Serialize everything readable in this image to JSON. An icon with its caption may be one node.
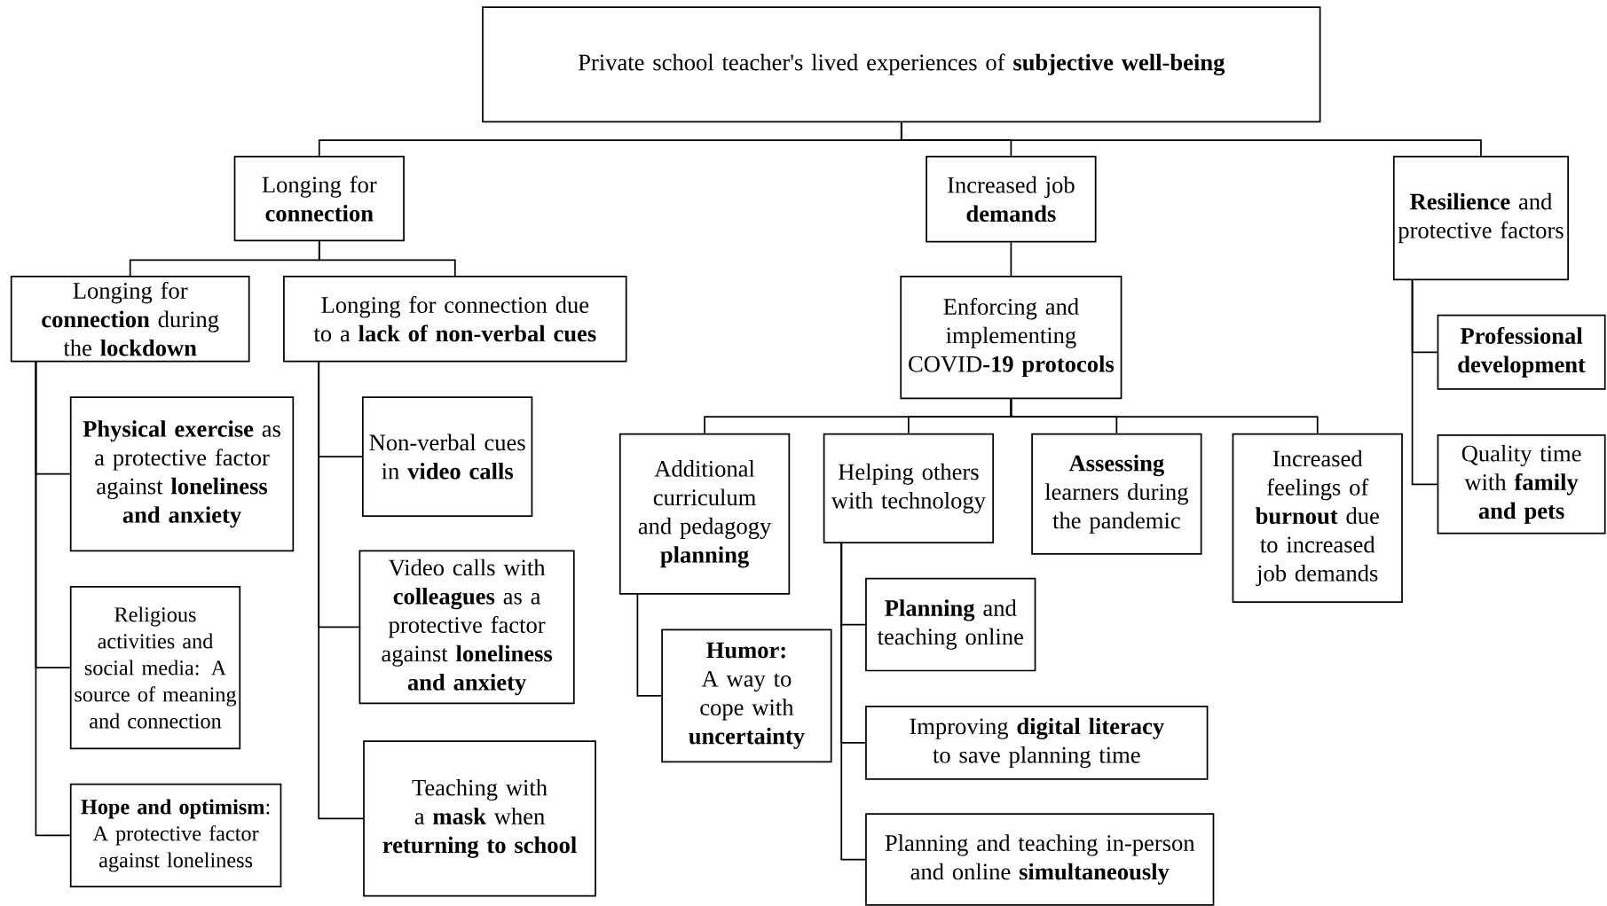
{
  "diagram": {
    "nodes": [
      {
        "text": [
          "Private school teacher's lived experiences of **subjective well-being**"
        ]
      },
      {
        "text": [
          "Longing for **connection**"
        ]
      },
      {
        "text": [
          "Increased job **demands**"
        ]
      },
      {
        "text": [
          "**Resilience** and protective factors"
        ]
      },
      {
        "text": [
          "Longing for **connection** during the **lockdown**"
        ]
      },
      {
        "text": [
          "Longing for connection due to a **lack of non-verbal cues**"
        ]
      },
      {
        "text": [
          "Enforcing and implementing COVID**-19 protocols**"
        ]
      },
      {
        "text": [
          "**Professional development**"
        ]
      },
      {
        "text": [
          "Quality time with **family and pets**"
        ]
      },
      {
        "text": [
          "**Physical exercise** as a protective factor against **loneliness and anxiety**"
        ]
      },
      {
        "text": [
          "Religious activities and social media: A source of meaning and connection"
        ]
      },
      {
        "text": [
          "**Hope and optimism**: A protective factor against loneliness"
        ]
      },
      {
        "text": [
          "Non-verbal cues in **video calls**"
        ]
      },
      {
        "text": [
          "Video calls with **colleagues** as a protective factor against **loneliness and anxiety**"
        ]
      },
      {
        "text": [
          "Teaching with a **mask** when **returning to school**"
        ]
      },
      {
        "text": [
          "Additional curriculum and pedagogy **planning**"
        ]
      },
      {
        "text": [
          "Helping others with technology"
        ]
      },
      {
        "text": [
          "**Assessing** learners during the pandemic"
        ]
      },
      {
        "text": [
          "Increased feelings of **burnout** due to increased job demands"
        ]
      },
      {
        "text": [
          "Humor:",
          "A way to cope with **uncertainty**"
        ]
      },
      {
        "text": [
          "**Planning** and teaching online"
        ]
      },
      {
        "text": [
          "Improving **digital literacy** to save planning time"
        ]
      },
      {
        "text": [
          "Planning and teaching in-person and online **simultaneously**"
        ]
      }
    ],
    "edges": [
      {
        "from": 0,
        "to": 1,
        "arrow": "none"
      },
      {
        "from": 0,
        "to": 2,
        "arrow": "none"
      },
      {
        "from": 0,
        "to": 3,
        "arrow": "none"
      },
      {
        "from": 1,
        "to": 4,
        "arrow": "none"
      },
      {
        "from": 1,
        "to": 5,
        "arrow": "none"
      },
      {
        "from": 2,
        "to": 6,
        "arrow": "none"
      },
      {
        "from": 3,
        "to": 7,
        "arrow": "none"
      },
      {
        "from": 3,
        "to": 8,
        "arrow": "none"
      },
      {
        "from": 4,
        "to": 9,
        "arrow": "none"
      },
      {
        "from": 4,
        "to": 10,
        "arrow": "none"
      },
      {
        "from": 4,
        "to": 11,
        "arrow": "none"
      },
      {
        "from": 5,
        "to": 12,
        "arrow": "none"
      },
      {
        "from": 5,
        "to": 13,
        "arrow": "none"
      },
      {
        "from": 5,
        "to": 14,
        "arrow": "none"
      },
      {
        "from": 6,
        "to": 15,
        "arrow": "none"
      },
      {
        "from": 6,
        "to": 16,
        "arrow": "none"
      },
      {
        "from": 6,
        "to": 17,
        "arrow": "none"
      },
      {
        "from": 6,
        "to": 18,
        "arrow": "none"
      },
      {
        "from": 15,
        "to": 19,
        "arrow": "none"
      },
      {
        "from": 16,
        "to": 20,
        "arrow": "none"
      },
      {
        "from": 16,
        "to": 21,
        "arrow": "none"
      },
      {
        "from": 16,
        "to": 22,
        "arrow": "none"
      }
    ]
  }
}
